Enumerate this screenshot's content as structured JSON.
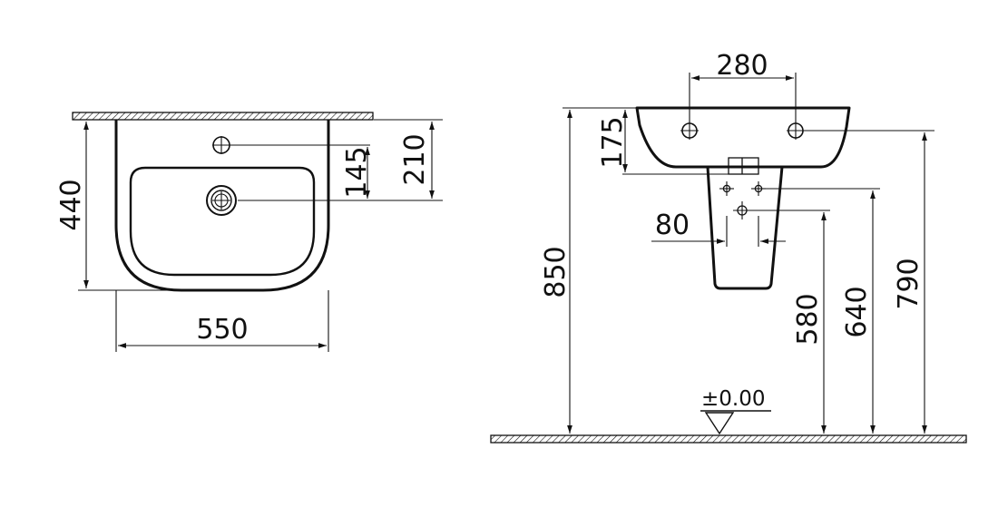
{
  "dimensions": {
    "width_550": "550",
    "depth_440": "440",
    "tap_145": "145",
    "tap_210": "210",
    "holes_280": "280",
    "height_175": "175",
    "pedestal_80": "80",
    "height_850": "850",
    "height_580": "580",
    "height_640": "640",
    "height_790": "790"
  },
  "floor_level": "±0.00"
}
